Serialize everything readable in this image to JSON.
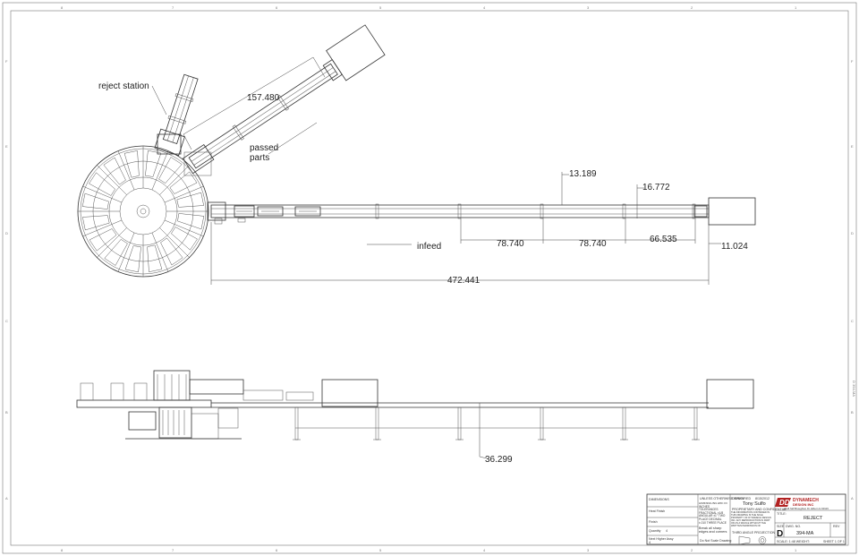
{
  "dimensions": {
    "d_157": "157.480",
    "d_13": "13.189",
    "d_16": "16.772",
    "d_78a": "78.740",
    "d_78b": "78.740",
    "d_66": "66.535",
    "d_11": "11.024",
    "d_472": "472.441",
    "d_36": "36.299"
  },
  "labels": {
    "reject_station": "reject station",
    "passed_line1": "passed",
    "passed_line2": "parts",
    "infeed": "infeed"
  },
  "zones": {
    "cols": [
      "8",
      "7",
      "6",
      "5",
      "4",
      "3",
      "2",
      "1"
    ],
    "rows": [
      "F",
      "E",
      "D",
      "C",
      "B",
      "A"
    ]
  },
  "title_block": {
    "dimensions_label": "DIMENSIONS",
    "head_finish_label": "Heat Finish",
    "finish_label": "Finish",
    "quantity_label": "Quantity",
    "quantity_value": "4",
    "next_higher_label": "Next Higher Assy",
    "next_higher_value": "4",
    "unless_note": "UNLESS OTHERWISE SPECIFIED",
    "tolerance_note": "DIMENSIONS ARE IN INCHES TOLERANCES FRACTIONAL ±1/8 ANGULAR ±1° TWO PLACE DECIMAL ±.010 THREE PLACE DECIMAL ±.005",
    "break_edges": "Break all sharp edges and corners",
    "do_not_scale": "Do Not Scale Drawing",
    "third_angle": "THIRD ANGLE PROJECTION",
    "drawn_label": "DRAWN",
    "drawn_by": "Tony Sulfo",
    "date_value": "8/15/2012",
    "proprietary_title": "PROPRIETARY AND CONFIDENTIAL",
    "proprietary_text": "THE INFORMATION CONTAINED IN THIS DRAWING IS THE SOLE PROPERTY OF DYNAMECH DESIGN INC. ANY REPRODUCTION IN PART OR AS A WHOLE WITHOUT THE WRITTEN PERMISSION OF DYNAMECH DESIGN INC IS PROHIBITED.",
    "company_line1": "DYNAMECH",
    "company_line2": "DESIGN INC",
    "company_address": "4018 SW Broughton Dr. Elburn IL 60119",
    "title_label": "TITLE:",
    "title_value": "REJECT",
    "size_label": "SIZE",
    "size_value": "D",
    "dwg_label": "DWG. NO.",
    "dwg_value": "394-MA",
    "rev_label": "REV",
    "scale_value": "SCALE: 1:48 WEIGHT:",
    "sheet_value": "SHEET 1 OF 1"
  },
  "side_tag": "D 394-MA"
}
